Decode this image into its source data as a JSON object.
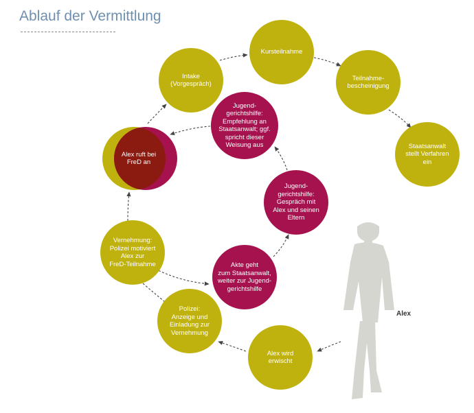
{
  "title": "Ablauf der Vermittlung",
  "colors": {
    "olive": "#c0b20e",
    "magenta": "#a5124e",
    "dark_red": "#8b1a10",
    "arrow": "#444444",
    "person": "#d6d6d0"
  },
  "nodes": [
    {
      "id": "intake",
      "label": "Intake\n(Vorgespräch)"
    },
    {
      "id": "kurs",
      "label": "Kursteilnahme"
    },
    {
      "id": "bescheinigung",
      "label": "Teilnahme-\nbescheinigung"
    },
    {
      "id": "einstellung",
      "label": "Staatsanwalt\nstellt Verfahren\nein"
    },
    {
      "id": "alex-ruft",
      "label": "Alex ruft bei\nFreD an"
    },
    {
      "id": "jgh-empfehlung",
      "label": "Jugend-\ngerichtshilfe:\nEmpfehlung an\nStaatsanwalt; ggf.\nspricht dieser\nWeisung aus"
    },
    {
      "id": "jgh-gespraech",
      "label": "Jugend-\ngerichtshilfe:\nGespräch mit\nAlex und seinen\nEltern"
    },
    {
      "id": "vernehmung",
      "label": "Vernehmung:\nPolizei motiviert\nAlex zur\nFreD-Teilnahme"
    },
    {
      "id": "akte",
      "label": "Akte geht\nzum Staatsanwalt,\nweiter zur Jugend-\ngerichtshilfe"
    },
    {
      "id": "polizei",
      "label": "Polizei:\nAnzeige und\nEinladung zur\nVernehmung"
    },
    {
      "id": "erwischt",
      "label": "Alex wird\nerwischt"
    }
  ],
  "person": {
    "label": "Alex",
    "icon": "person-silhouette-icon"
  }
}
